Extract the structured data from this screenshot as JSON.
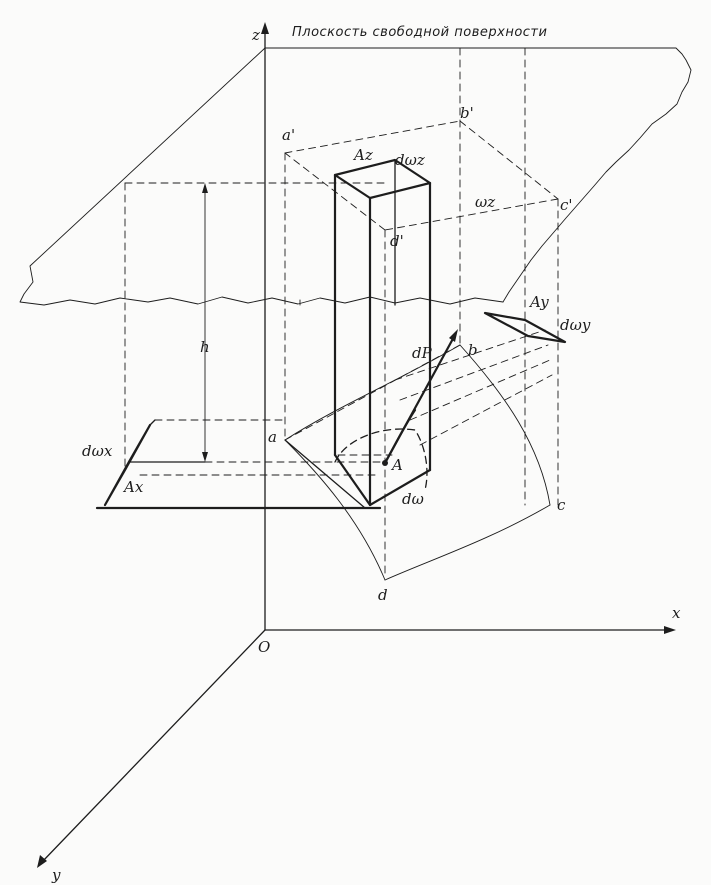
{
  "title": "Плоскость свободной поверхности",
  "axes": {
    "z": "z",
    "x": "x",
    "y": "y",
    "origin": "O"
  },
  "points": {
    "a": "a",
    "b": "b",
    "c": "c",
    "d": "d",
    "a_prime": "a'",
    "b_prime": "b'",
    "c_prime": "c'",
    "d_prime": "d'",
    "A": "A"
  },
  "labels": {
    "h": "h",
    "dP": "dP",
    "d_omega": "dω",
    "omega_z": "ωz",
    "Az": "Az",
    "d_omega_z": "dωz",
    "Ay": "Ay",
    "d_omega_y": "dωy",
    "Ax": "Ax",
    "d_omega_x": "dωx"
  }
}
